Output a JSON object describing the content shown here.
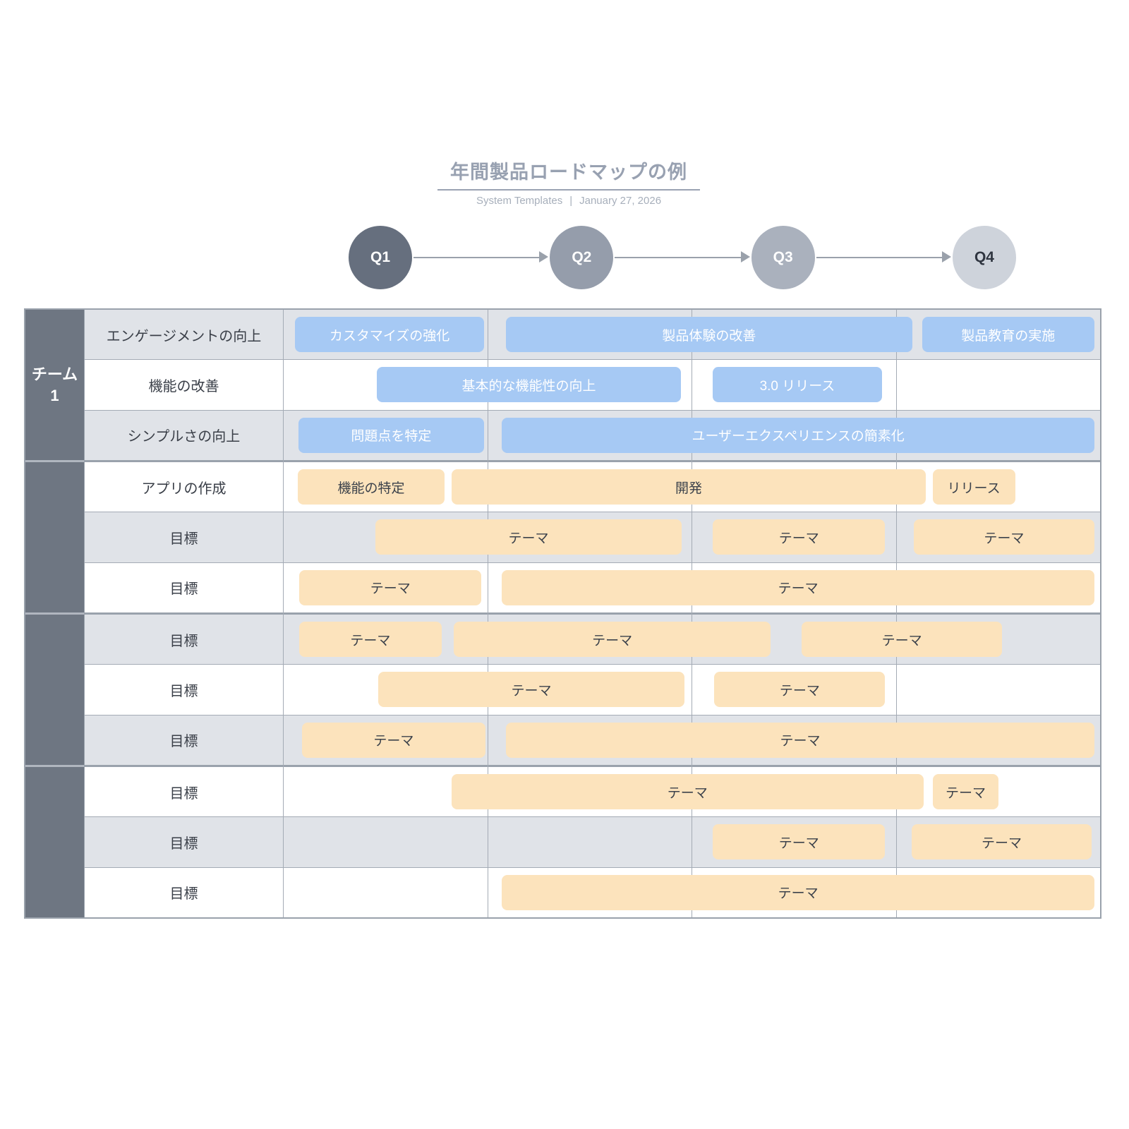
{
  "header": {
    "title": "年間製品ロードマップの例",
    "subtitle_brand": "System Templates",
    "subtitle_separator": "|",
    "subtitle_date": "January 27, 2026"
  },
  "timeline": {
    "arrow_color": "#9aa1ab",
    "quarters": [
      {
        "label": "Q1",
        "bg": "#666f7e",
        "fg": "#ffffff"
      },
      {
        "label": "Q2",
        "bg": "#959dab",
        "fg": "#ffffff"
      },
      {
        "label": "Q3",
        "bg": "#aab1bd",
        "fg": "#ffffff"
      },
      {
        "label": "Q4",
        "bg": "#ced3db",
        "fg": "#2f3540"
      }
    ]
  },
  "roadmap": {
    "team_groups": [
      {
        "label": "チーム 1"
      },
      {
        "label": ""
      },
      {
        "label": ""
      },
      {
        "label": ""
      }
    ],
    "colors": {
      "team_bg": "#6e7682",
      "team_fg": "#ffffff",
      "row_shade": "#e0e3e8",
      "row_plain": "#ffffff",
      "grid_line": "#a4abb5",
      "label_fg": "#3a3f48",
      "blue_bar_bg": "#a6c9f4",
      "blue_bar_fg": "#ffffff",
      "orange_bar_bg": "#fce3bc",
      "orange_bar_fg": "#3c424b"
    },
    "rows": [
      {
        "label": "エンゲージメントの向上",
        "bars": [
          {
            "label": "カスタマイズの強化",
            "type": "blue",
            "start": 1.5,
            "end": 24.6
          },
          {
            "label": "製品体験の改善",
            "type": "blue",
            "start": 27.3,
            "end": 77.0
          },
          {
            "label": "製品教育の実施",
            "type": "blue",
            "start": 78.2,
            "end": 99.3
          }
        ]
      },
      {
        "label": "機能の改善",
        "bars": [
          {
            "label": "基本的な機能性の向上",
            "type": "blue",
            "start": 11.5,
            "end": 48.7
          },
          {
            "label": "3.0 リリース",
            "type": "blue",
            "start": 52.6,
            "end": 73.3
          }
        ]
      },
      {
        "label": "シンプルさの向上",
        "bars": [
          {
            "label": "問題点を特定",
            "type": "blue",
            "start": 1.9,
            "end": 24.6
          },
          {
            "label": "ユーザーエクスペリエンスの簡素化",
            "type": "blue",
            "start": 26.8,
            "end": 99.3
          }
        ]
      },
      {
        "label": "アプリの作成",
        "bars": [
          {
            "label": "機能の特定",
            "type": "orange",
            "start": 1.8,
            "end": 19.8
          },
          {
            "label": "開発",
            "type": "orange",
            "start": 20.6,
            "end": 78.7
          },
          {
            "label": "リリース",
            "type": "orange",
            "start": 79.5,
            "end": 89.6
          }
        ]
      },
      {
        "label": "目標",
        "bars": [
          {
            "label": "テーマ",
            "type": "orange",
            "start": 11.3,
            "end": 48.8
          },
          {
            "label": "テーマ",
            "type": "orange",
            "start": 52.6,
            "end": 73.7
          },
          {
            "label": "テーマ",
            "type": "orange",
            "start": 77.2,
            "end": 99.3
          }
        ]
      },
      {
        "label": "目標",
        "bars": [
          {
            "label": "テーマ",
            "type": "orange",
            "start": 2.0,
            "end": 24.3
          },
          {
            "label": "テーマ",
            "type": "orange",
            "start": 26.8,
            "end": 99.3
          }
        ]
      },
      {
        "label": "目標",
        "bars": [
          {
            "label": "テーマ",
            "type": "orange",
            "start": 2.0,
            "end": 19.4
          },
          {
            "label": "テーマ",
            "type": "orange",
            "start": 20.9,
            "end": 59.7
          },
          {
            "label": "テーマ",
            "type": "orange",
            "start": 63.5,
            "end": 88.0
          }
        ]
      },
      {
        "label": "目標",
        "bars": [
          {
            "label": "テーマ",
            "type": "orange",
            "start": 11.7,
            "end": 49.1
          },
          {
            "label": "テーマ",
            "type": "orange",
            "start": 52.8,
            "end": 73.7
          }
        ]
      },
      {
        "label": "目標",
        "bars": [
          {
            "label": "テーマ",
            "type": "orange",
            "start": 2.3,
            "end": 24.8
          },
          {
            "label": "テーマ",
            "type": "orange",
            "start": 27.3,
            "end": 99.3
          }
        ]
      },
      {
        "label": "目標",
        "bars": [
          {
            "label": "テーマ",
            "type": "orange",
            "start": 20.6,
            "end": 78.4
          },
          {
            "label": "テーマ",
            "type": "orange",
            "start": 79.5,
            "end": 87.6
          }
        ]
      },
      {
        "label": "目標",
        "bars": [
          {
            "label": "テーマ",
            "type": "orange",
            "start": 52.6,
            "end": 73.7
          },
          {
            "label": "テーマ",
            "type": "orange",
            "start": 76.9,
            "end": 99.0
          }
        ]
      },
      {
        "label": "目標",
        "bars": [
          {
            "label": "テーマ",
            "type": "orange",
            "start": 26.8,
            "end": 99.3
          }
        ]
      }
    ]
  }
}
